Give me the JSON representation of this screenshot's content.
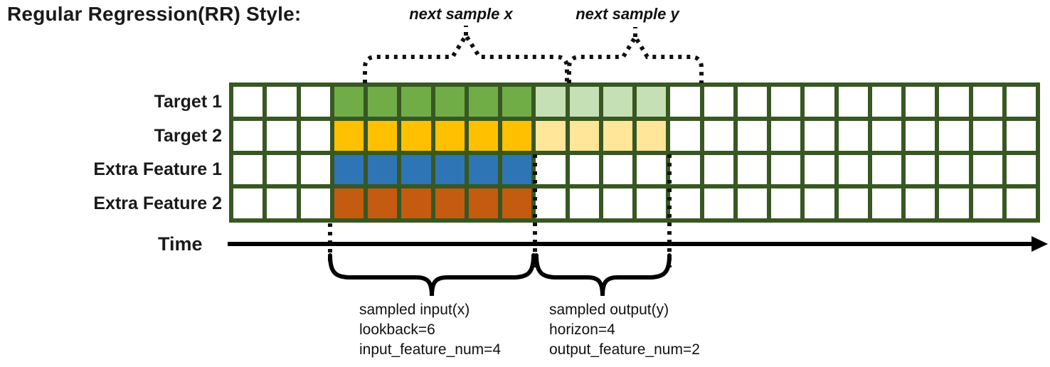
{
  "title": "Regular Regression(RR) Style:",
  "top_braces": [
    {
      "label": "next sample x"
    },
    {
      "label": "next sample y"
    }
  ],
  "time_axis": {
    "label": "Time"
  },
  "grid": {
    "columns": 24,
    "line_color": "#385723",
    "empty_cell_color": "#ffffff",
    "rows": [
      {
        "label": "Target 1",
        "fills": [
          {
            "start": 3,
            "count": 6,
            "color": "#70ad47"
          },
          {
            "start": 9,
            "count": 4,
            "color": "#c5e0b4"
          }
        ]
      },
      {
        "label": "Target 2",
        "fills": [
          {
            "start": 3,
            "count": 6,
            "color": "#ffc000"
          },
          {
            "start": 9,
            "count": 4,
            "color": "#ffe699"
          }
        ]
      },
      {
        "label": "Extra Feature 1",
        "fills": [
          {
            "start": 3,
            "count": 6,
            "color": "#2e75b6"
          }
        ]
      },
      {
        "label": "Extra Feature 2",
        "fills": [
          {
            "start": 3,
            "count": 6,
            "color": "#c55a11"
          }
        ]
      }
    ]
  },
  "annotations": {
    "input": {
      "title": "sampled input(x)",
      "lines": [
        "lookback=6",
        "input_feature_num=4"
      ]
    },
    "output": {
      "title": "sampled output(y)",
      "lines": [
        "horizon=4",
        "output_feature_num=2"
      ]
    }
  }
}
